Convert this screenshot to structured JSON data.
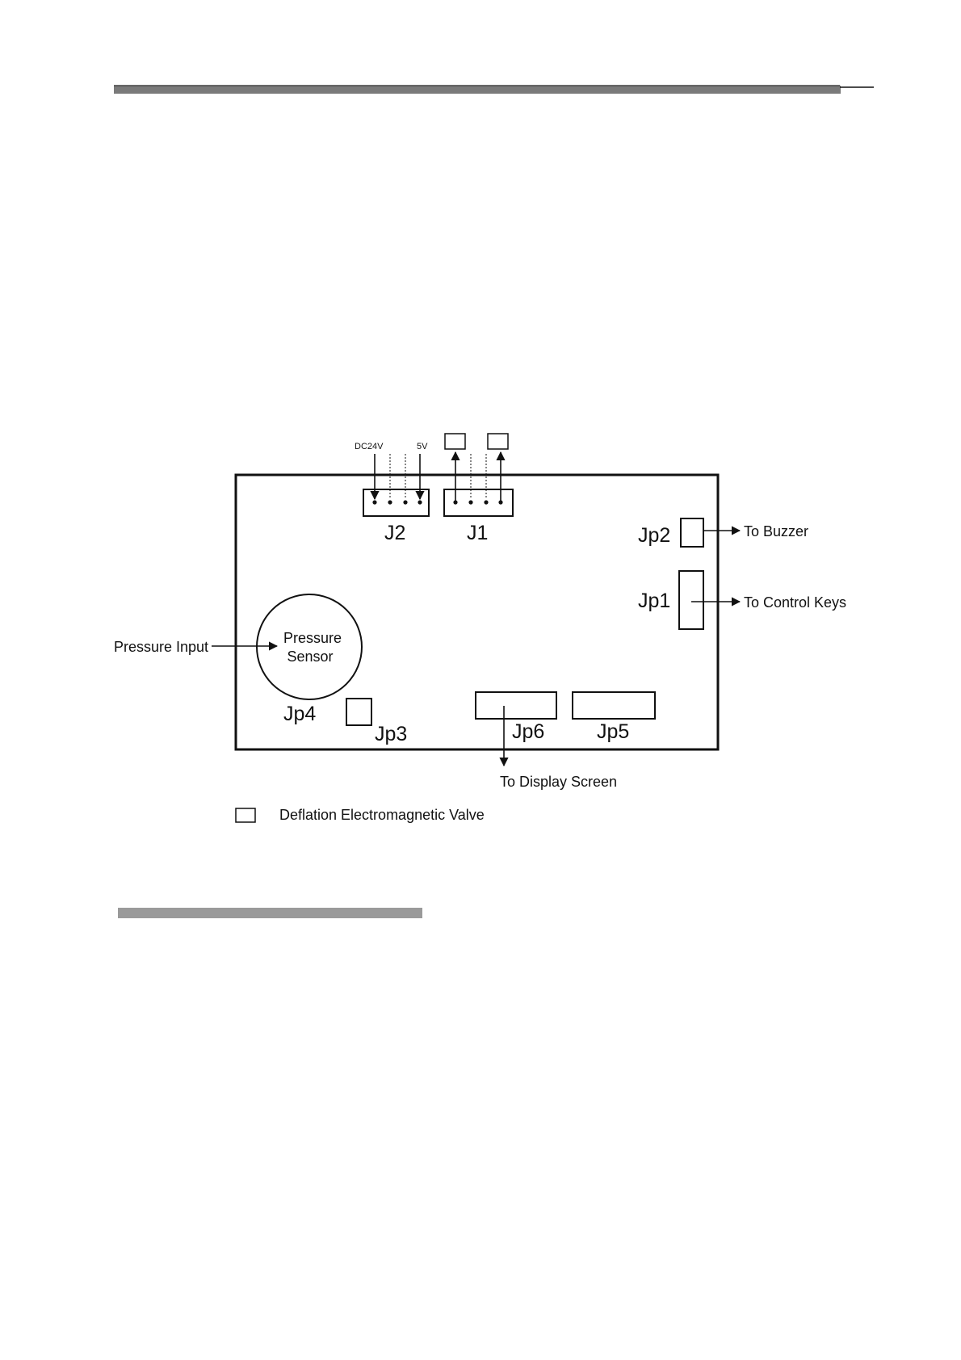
{
  "diagram": {
    "supply_labels": {
      "dc24v": "DC24V",
      "v5": "5V"
    },
    "connectors": {
      "j2": "J2",
      "j1": "J1",
      "jp1": "Jp1",
      "jp2": "Jp2",
      "jp3": "Jp3",
      "jp4": "Jp4",
      "jp5": "Jp5",
      "jp6": "Jp6"
    },
    "sensor": {
      "line1": "Pressure",
      "line2": "Sensor"
    },
    "callouts": {
      "pressure_input": "Pressure Input",
      "to_buzzer": "To Buzzer",
      "to_control_keys": "To Control Keys",
      "to_display_screen": "To Display Screen"
    },
    "legend": {
      "valve_label": "Deflation Electromagnetic Valve"
    }
  },
  "colors": {
    "ink": "#111111",
    "header_bar": "#7a7a7a",
    "section_bar": "#9a9a9a"
  }
}
